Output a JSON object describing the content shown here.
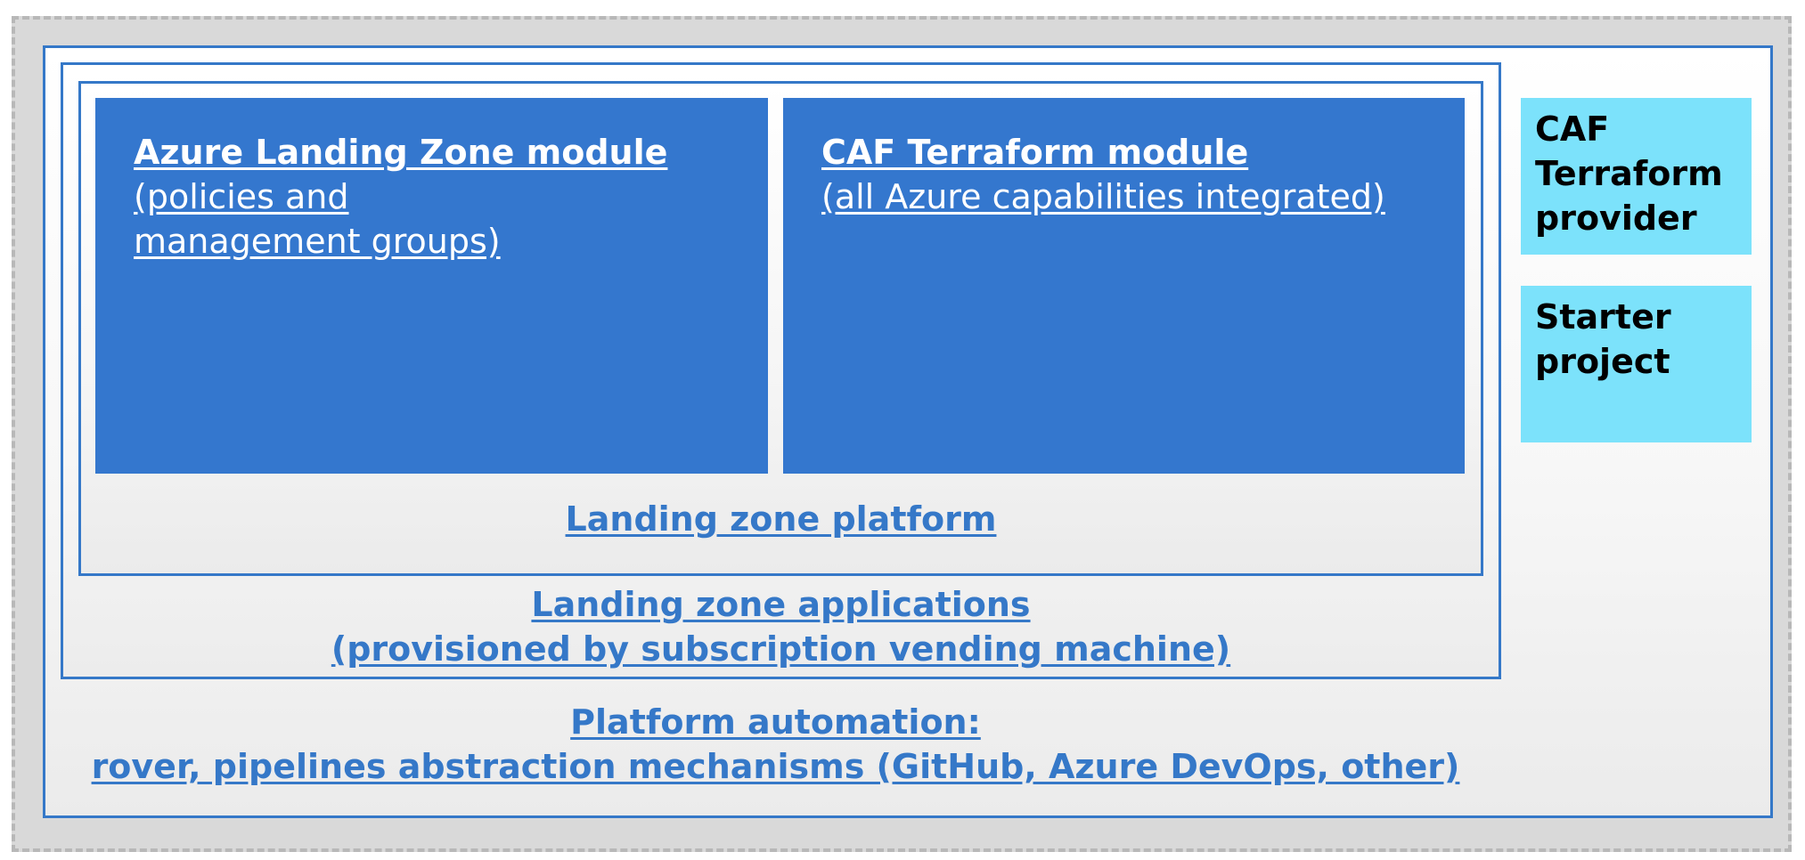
{
  "diagram": {
    "platform_automation": {
      "title": "Platform automation:",
      "subtitle": "rover, pipelines abstraction mechanisms (GitHub, Azure DevOps, other)"
    },
    "landing_zone_applications": {
      "title": "Landing zone applications",
      "subtitle": "(provisioned by subscription vending machine)"
    },
    "landing_zone_platform": {
      "title": "Landing zone platform"
    },
    "modules": [
      {
        "title": "Azure Landing Zone module",
        "subtitle": "(policies and management groups)"
      },
      {
        "title": "CAF Terraform module",
        "subtitle": "(all Azure capabilities integrated)"
      }
    ],
    "side_items": [
      {
        "label": "CAF Terraform provider"
      },
      {
        "label": "Starter project"
      }
    ],
    "colors": {
      "module_fill": "#3477ce",
      "border_blue": "#3578c8",
      "side_fill": "#7ce2fb",
      "outer_fill": "#d9d9d9"
    }
  }
}
